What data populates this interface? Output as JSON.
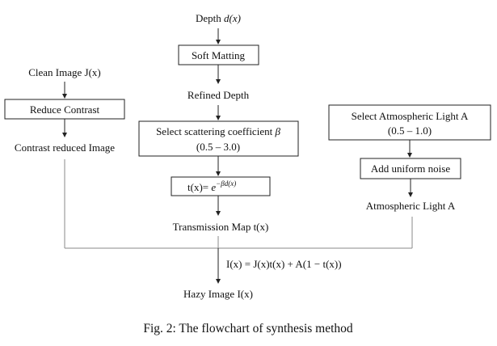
{
  "diagram": {
    "depth_label": "Depth ",
    "depth_var": "d(x)",
    "soft_matting": "Soft Matting",
    "refined_depth": "Refined Depth",
    "scatter_line1": "Select scattering coefficient ",
    "scatter_beta": "β",
    "scatter_line2": "(0.5 – 3.0)",
    "trans_lhs": "t(x)= ",
    "trans_e": "e",
    "trans_exp": "−βd(x)",
    "transmission_map": "Transmission Map t(x)",
    "clean_image": "Clean Image J(x)",
    "reduce_contrast": "Reduce Contrast",
    "contrast_reduced": "Contrast reduced Image",
    "atmo_select_line1": "Select Atmospheric Light A",
    "atmo_select_line2": "(0.5 – 1.0)",
    "uniform_noise": "Add uniform noise",
    "atmo_light": "Atmospheric Light A",
    "equation": "I(x) = J(x)t(x) + A(1 − t(x))",
    "hazy_image": "Hazy Image I(x)"
  },
  "caption": "Fig. 2: The flowchart of synthesis method"
}
